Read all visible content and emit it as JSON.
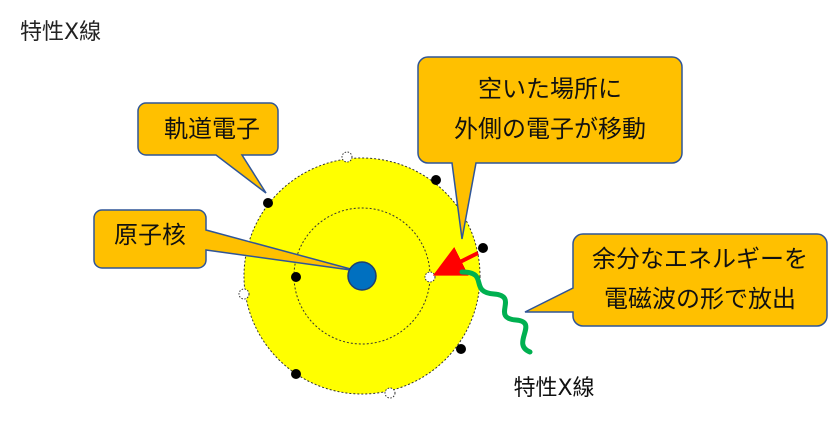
{
  "title": "特性X線",
  "labels": {
    "orbital_electron": "軌道電子",
    "nucleus": "原子核",
    "vacancy_line1": "空いた場所に",
    "vacancy_line2": "外側の電子が移動",
    "energy_line1": "余分なエネルギーを",
    "energy_line2": "電磁波の形で放出",
    "xray": "特性X線"
  },
  "colors": {
    "outer_shell_fill": "#ffff00",
    "callout_fill": "#ffc000",
    "callout_stroke": "#2f5597",
    "nucleus_fill": "#0070c0",
    "electron_fill": "#000000",
    "vacancy_fill": "#ffffff",
    "arrow": "#ff0000",
    "wave": "#00b050"
  }
}
